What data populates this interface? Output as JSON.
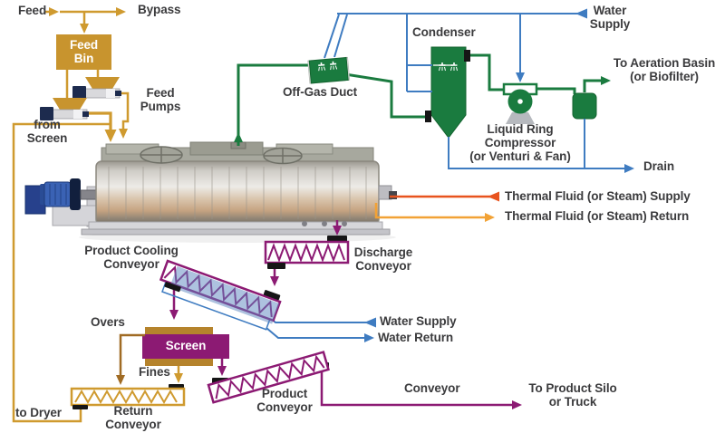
{
  "diagram": {
    "type": "process-flow-diagram",
    "subject": "indirect dryer system with feed, off-gas treatment, thermal fluid loop and product handling"
  },
  "labels": {
    "feed": "Feed",
    "bypass": "Bypass",
    "feed_bin": "Feed\nBin",
    "feed_pumps": "Feed\nPumps",
    "from_screen": "from\nScreen",
    "off_gas_duct": "Off-Gas Duct",
    "condenser": "Condenser",
    "water_supply_top": "Water\nSupply",
    "to_aeration_basin": "To Aeration Basin\n(or Biofilter)",
    "liquid_ring_compressor": "Liquid Ring\nCompressor\n(or Venturi & Fan)",
    "drain": "Drain",
    "thermal_supply": "Thermal Fluid (or Steam) Supply",
    "thermal_return": "Thermal Fluid (or Steam) Return",
    "product_cooling_conveyor": "Product Cooling\nConveyor",
    "discharge_conveyor": "Discharge\nConveyor",
    "water_supply": "Water Supply",
    "water_return": "Water Return",
    "overs": "Overs",
    "screen": "Screen",
    "fines": "Fines",
    "return_conveyor": "Return\nConveyor",
    "to_dryer": "to Dryer",
    "product_conveyor": "Product\nConveyor",
    "conveyor": "Conveyor",
    "to_product_silo": "To Product Silo\nor Truck"
  },
  "colors": {
    "feed_gold": "#cf9a2f",
    "screen_tan": "#b5832c",
    "overs_brown": "#a06b24",
    "gas_green": "#1a7b3f",
    "water_blue": "#3f7cc1",
    "product_purple": "#8c1a73",
    "thermal_supply_orange": "#e8531e",
    "thermal_return_amber": "#f2a235",
    "label_text": "#3b3b3d"
  },
  "icons": {
    "arrowhead": "triangle flow arrow",
    "spray_nozzle": "sprinkler glyph inside off-gas duct and condenser"
  }
}
